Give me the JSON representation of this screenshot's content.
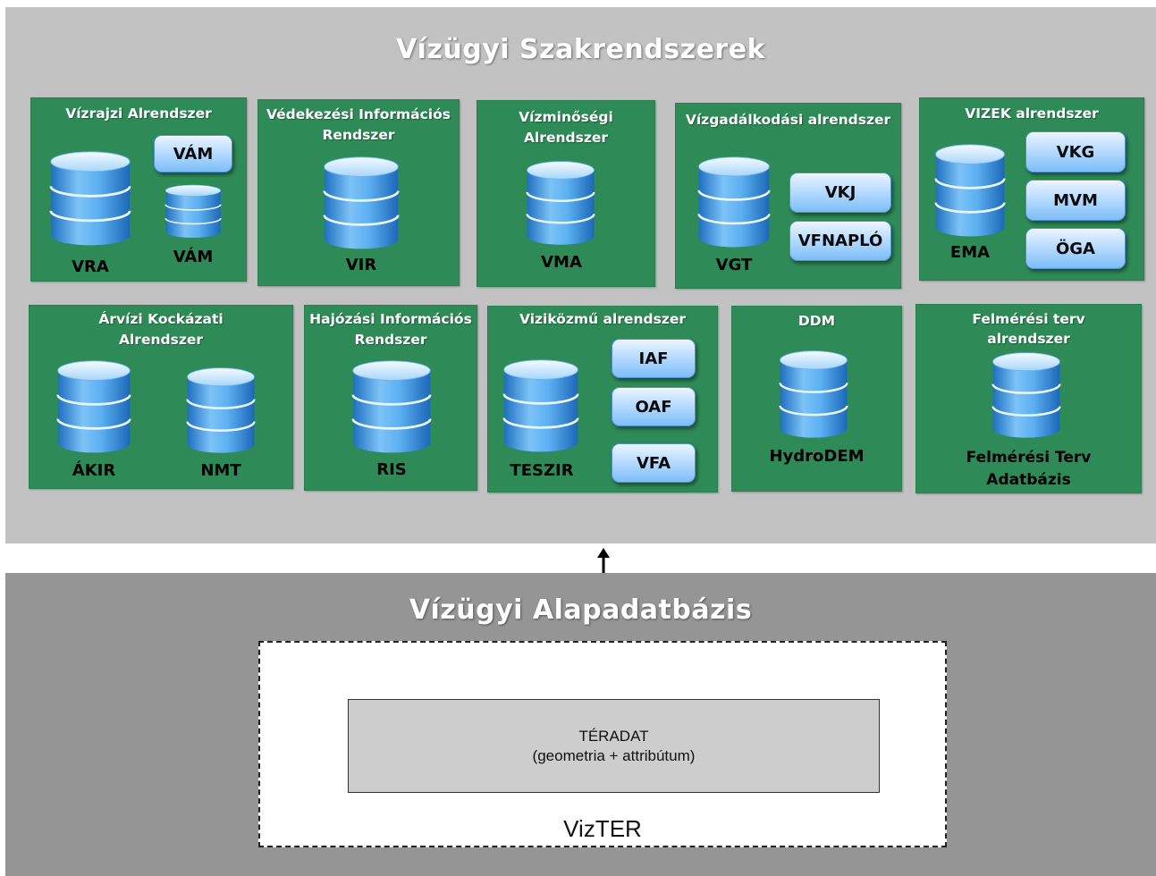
{
  "top": {
    "title": "Vízügyi Szakrendszerek",
    "subsystems": [
      {
        "title_lines": [
          "Vízrajzi Alrendszer"
        ],
        "databases": [
          "VRA",
          "VÁM"
        ],
        "buttons": [
          "VÁM"
        ]
      },
      {
        "title_lines": [
          "Védekezési Információs",
          "Rendszer"
        ],
        "databases": [
          "VIR"
        ],
        "buttons": []
      },
      {
        "title_lines": [
          "Vízminőségi",
          "Alrendszer"
        ],
        "databases": [
          "VMA"
        ],
        "buttons": []
      },
      {
        "title_lines": [
          "Vízgadálkodási alrendszer"
        ],
        "databases": [
          "VGT"
        ],
        "buttons": [
          "VKJ",
          "VFNAPLÓ"
        ]
      },
      {
        "title_lines": [
          "VIZEK alrendszer"
        ],
        "databases": [
          "EMA"
        ],
        "buttons": [
          "VKG",
          "MVM",
          "ÖGA"
        ]
      },
      {
        "title_lines": [
          "Árvízi Kockázati",
          "Alrendszer"
        ],
        "databases": [
          "ÁKIR",
          "NMT"
        ],
        "buttons": []
      },
      {
        "title_lines": [
          "Hajózási Információs",
          "Rendszer"
        ],
        "databases": [
          "RIS"
        ],
        "buttons": []
      },
      {
        "title_lines": [
          "Viziközmű alrendszer"
        ],
        "databases": [
          "TESZIR"
        ],
        "buttons": [
          "IAF",
          "OAF",
          "VFA"
        ]
      },
      {
        "title_lines": [
          "DDM"
        ],
        "databases": [
          "HydroDEM"
        ],
        "buttons": []
      },
      {
        "title_lines": [
          "Felmérési terv",
          "alrendszer"
        ],
        "databases": [
          "Felmérési Terv",
          "Adatbázis"
        ],
        "buttons": []
      }
    ]
  },
  "bottom": {
    "title": "Vízügyi Alapadatbázis",
    "teradat_line1": "TÉRADAT",
    "teradat_line2": "(geometria + attribútum)",
    "container_label": "VizTER"
  },
  "colors": {
    "top_panel": "#c2c2c2",
    "bottom_panel": "#959595",
    "subsystem_box": "#2e8b57",
    "database_blue": "#3d9ee8",
    "button_blue": "#b9dcff"
  },
  "icons": {
    "database": "database-icon",
    "arrow": "arrow-up-icon"
  }
}
